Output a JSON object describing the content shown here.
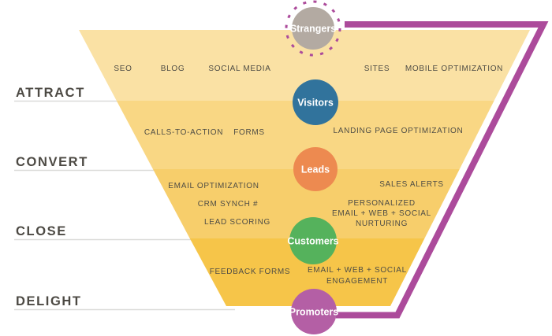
{
  "colors": {
    "background": "#FFFFFF",
    "outline": "#AC4B9B",
    "stage_label": "#4C4943",
    "tactic_label": "#4F4D45",
    "underline": "#DBDBD9",
    "circle_text": "#FFFFFF"
  },
  "stages": [
    {
      "label": "ATTRACT"
    },
    {
      "label": "CONVERT"
    },
    {
      "label": "CLOSE"
    },
    {
      "label": "DELIGHT"
    }
  ],
  "audience": [
    {
      "label": "Strangers",
      "color": "#B3AAA2"
    },
    {
      "label": "Visitors",
      "color": "#31739C"
    },
    {
      "label": "Leads",
      "color": "#ED8A50"
    },
    {
      "label": "Customers",
      "color": "#55B25C"
    },
    {
      "label": "Promoters",
      "color": "#B45FA5"
    }
  ],
  "bands": [
    {
      "stage": "ATTRACT",
      "color": "#FAE1A4",
      "tactics": [
        "SEO",
        "BLOG",
        "SOCIAL MEDIA",
        "SITES",
        "MOBILE OPTIMIZATION"
      ]
    },
    {
      "stage": "CONVERT",
      "color": "#F9D784",
      "tactics": [
        "CALLS-TO-ACTION",
        "FORMS",
        "LANDING PAGE OPTIMIZATION"
      ]
    },
    {
      "stage": "CLOSE",
      "color": "#F7CE6B",
      "tactics": [
        "EMAIL OPTIMIZATION",
        "SALES ALERTS",
        "CRM SYNCH #",
        "PERSONALIZED",
        "EMAIL + WEB + SOCIAL",
        "NURTURING",
        "LEAD SCORING"
      ]
    },
    {
      "stage": "DELIGHT",
      "color": "#F6C549",
      "tactics": [
        "FEEDBACK FORMS",
        "EMAIL + WEB + SOCIAL",
        "ENGAGEMENT"
      ]
    }
  ]
}
